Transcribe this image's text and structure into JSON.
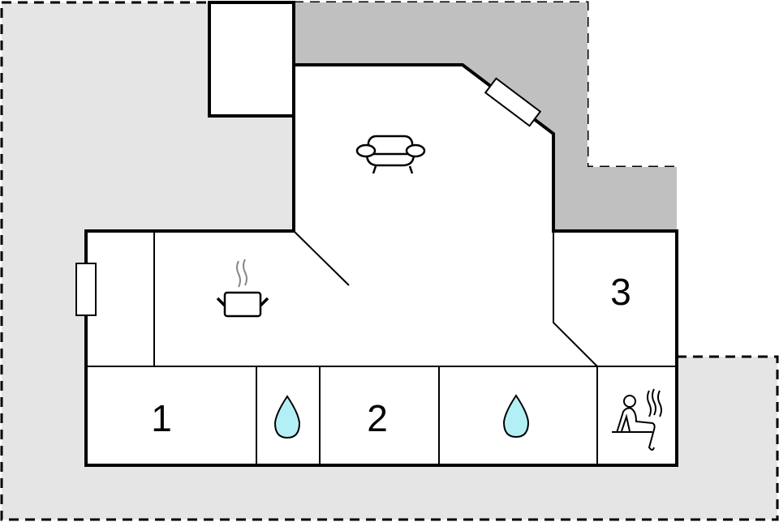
{
  "floorplan": {
    "colors": {
      "outdoor_light": "#e5e5e5",
      "terrace_dark": "#c0c0c0",
      "interior": "#ffffff",
      "wall": "#000000",
      "water_drop": "#b3f0f5"
    },
    "rooms": [
      {
        "id": "bedroom-1",
        "label": "1"
      },
      {
        "id": "bathroom-1",
        "icon": "water-drop-icon"
      },
      {
        "id": "bedroom-2",
        "label": "2"
      },
      {
        "id": "bathroom-2",
        "icon": "water-drop-icon"
      },
      {
        "id": "sauna",
        "icon": "sauna-icon"
      },
      {
        "id": "bedroom-3",
        "label": "3"
      },
      {
        "id": "living-room",
        "icon": "sofa-icon"
      },
      {
        "id": "kitchen",
        "icon": "cooking-pot-icon"
      },
      {
        "id": "hallway"
      },
      {
        "id": "storage"
      }
    ],
    "labels": {
      "room1": "1",
      "room2": "2",
      "room3": "3"
    }
  }
}
